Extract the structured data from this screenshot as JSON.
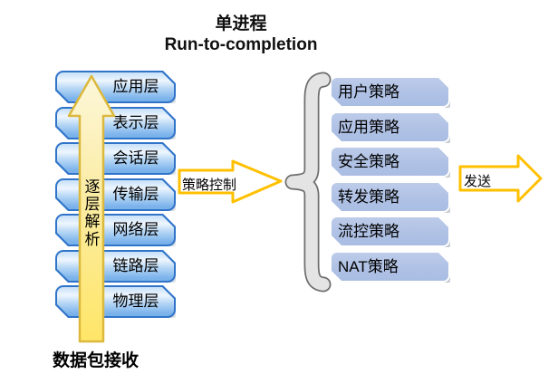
{
  "title": {
    "line1": "单进程",
    "line2": "Run-to-completion"
  },
  "stack": {
    "layers": [
      "应用层",
      "表示层",
      "会话层",
      "传输层",
      "网络层",
      "链路层",
      "物理层"
    ],
    "arrow_label": "逐层解析",
    "receive_label": "数据包接收"
  },
  "policy_arrow": {
    "label": "策略控制"
  },
  "send_arrow": {
    "label": "发送"
  },
  "policies": [
    "用户策略",
    "应用策略",
    "安全策略",
    "转发策略",
    "流控策略",
    "NAT策略"
  ],
  "colors": {
    "layer_box_border": "#2f74c9",
    "layer_box_fill_bottom": "#7fb5ec",
    "policy_box_fill": "#b0c2e5",
    "policy_box_border": "#ffffff",
    "small_arrow_outline": "#ffc000",
    "big_arrow_fill": "#ffe668",
    "big_arrow_border": "#dcb83c",
    "brace_fill": "#e4e4e4",
    "text": "#000000"
  }
}
